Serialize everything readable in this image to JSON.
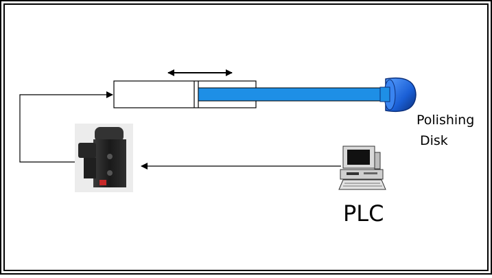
{
  "diagram": {
    "labels": {
      "polishing_disk_line1": "Polishing",
      "polishing_disk_line2": "Disk",
      "plc": "PLC"
    },
    "colors": {
      "background": "#ffffff",
      "frame": "#000000",
      "cylinder_body": "#ffffff",
      "piston_rod": "#1e8fe6",
      "polishing_disk": "#1a5fd6",
      "valve_body": "#2b2b2b",
      "valve_port": "#c62828",
      "computer_body": "#d9d9d9",
      "line": "#000000"
    },
    "icons": {
      "valve": "pneumatic-valve-icon",
      "computer": "plc-computer-icon",
      "disk": "polishing-disk-icon"
    }
  }
}
